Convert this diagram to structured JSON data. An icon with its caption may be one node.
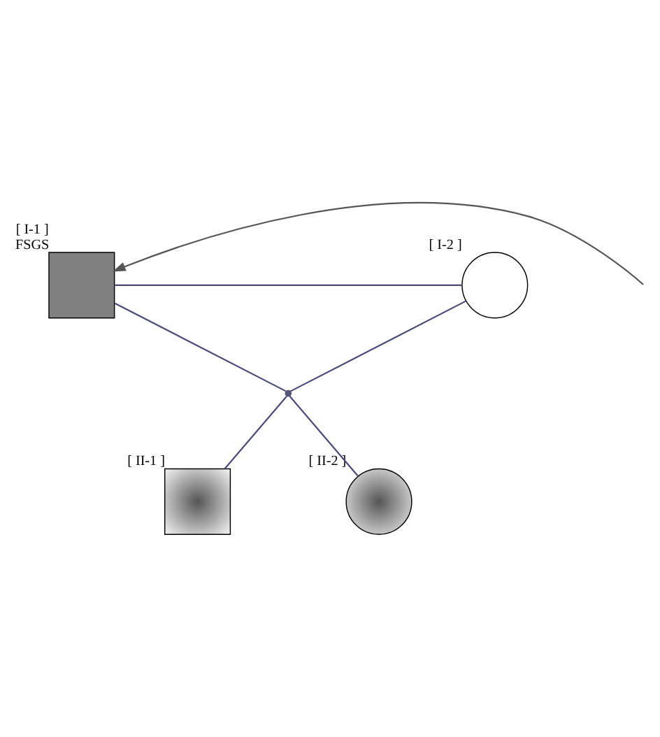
{
  "diagram": {
    "nodes": [
      {
        "text": [],
        "shape": "box",
        "beside": [
          "[ I-1 ]",
          "FSGS"
        ]
      },
      {
        "text": [],
        "shape": "circle",
        "beside": [
          "[ I-2 ]"
        ]
      },
      {
        "text": [],
        "shape": "box",
        "beside": [
          "[ II-1 ]"
        ]
      },
      {
        "text": [],
        "shape": "circle",
        "beside": [
          "[ II-2 ]"
        ]
      },
      {
        "text": [],
        "shape": "dot"
      }
    ],
    "edges": [
      {
        "from": 0,
        "to": 1,
        "arrow": "none"
      },
      {
        "from": 0,
        "to": 4,
        "arrow": "none"
      },
      {
        "from": 1,
        "to": 4,
        "arrow": "none"
      },
      {
        "from": 4,
        "to": 2,
        "arrow": "none"
      },
      {
        "from": 4,
        "to": 3,
        "arrow": "none"
      },
      {
        "from": null,
        "to": 0,
        "arrow": "to",
        "color": "#555555"
      }
    ]
  }
}
